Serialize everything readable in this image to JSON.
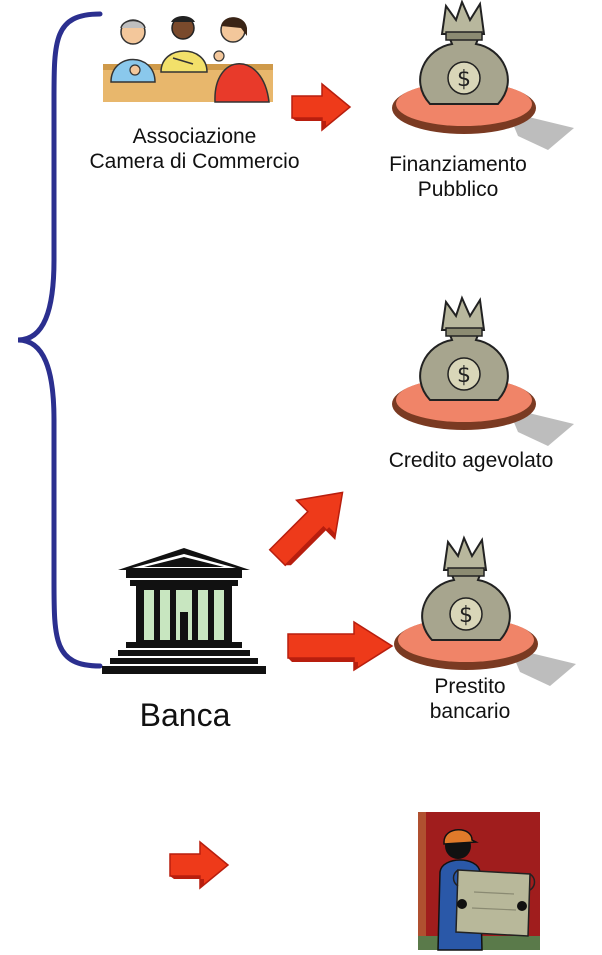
{
  "association": {
    "line1": "Associazione",
    "line2": "Camera di Commercio"
  },
  "bank": {
    "label": "Banca"
  },
  "outcomes": {
    "public_funding": {
      "line1": "Finanziamento",
      "line2": "Pubblico"
    },
    "subsidized_credit": {
      "label": "Credito agevolato"
    },
    "bank_loan": {
      "line1": "Prestito",
      "line2": "bancario"
    }
  },
  "colors": {
    "brace": "#2b2f8f",
    "arrow": "#ee3a1a",
    "arrow_dark": "#b81e0e",
    "bag": "#a7a58e",
    "plate": "#f08468",
    "plate_rim": "#7a3a22",
    "shadow": "#bdbdbd",
    "worker_bg": "#a01d1d"
  },
  "icons": {
    "meeting": "people-meeting-icon",
    "money_bag": "money-bag-icon",
    "bank": "bank-building-icon",
    "worker": "worker-with-blueprint-icon",
    "arrow": "red-arrow-icon"
  }
}
